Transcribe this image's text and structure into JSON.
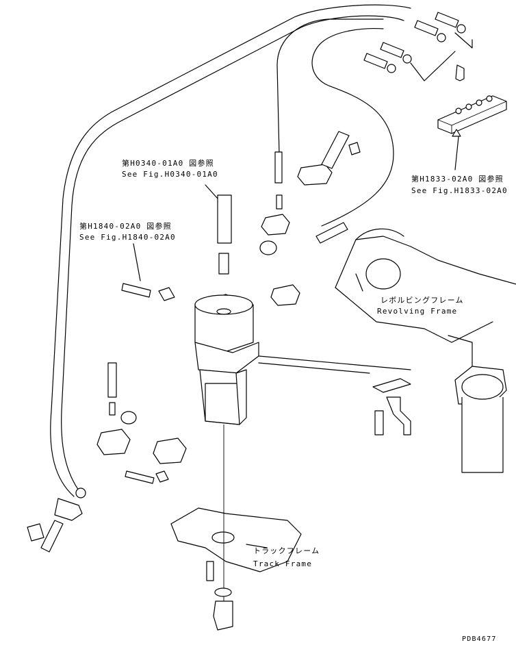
{
  "references": [
    {
      "id": "h0340",
      "ja": "第H0340-01A0 図参照",
      "en": "See Fig.H0340-01A0"
    },
    {
      "id": "h1840",
      "ja": "第H1840-02A0 図参照",
      "en": "See Fig.H1840-02A0"
    },
    {
      "id": "h1833",
      "ja": "第H1833-02A0 図参照",
      "en": "See Fig.H1833-02A0"
    }
  ],
  "frames": {
    "revolving": {
      "ja": "レボルビングフレーム",
      "en": "Revolving Frame"
    },
    "track": {
      "ja": "トラックフレーム",
      "en": "Track Frame"
    }
  },
  "drawing_number": "PDB4677"
}
